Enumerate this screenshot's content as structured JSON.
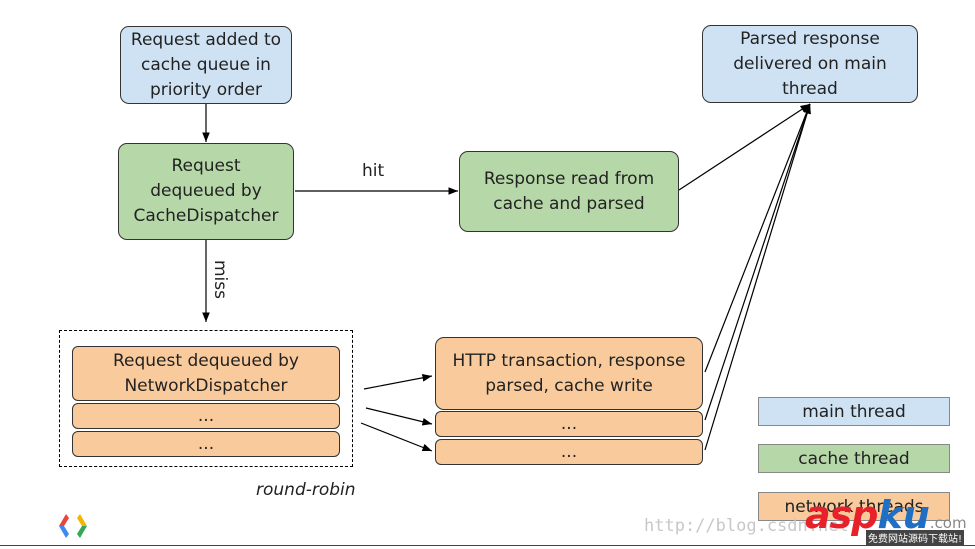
{
  "nodes": {
    "request_added": "Request added to\ncache queue in\npriority order",
    "cache_dequeue": "Request\ndequeued by\nCacheDispatcher",
    "response_read": "Response read from\ncache and parsed",
    "parsed_delivered": "Parsed response\ndelivered on main\nthread",
    "network_dequeue": "Request dequeued by\nNetworkDispatcher",
    "network_dots_1": "...",
    "network_dots_2": "...",
    "http_transaction": "HTTP transaction, response\nparsed, cache write",
    "http_dots_1": "...",
    "http_dots_2": "..."
  },
  "edge_labels": {
    "hit": "hit",
    "miss": "miss",
    "round_robin": "round-robin"
  },
  "legend": [
    {
      "label": "main thread",
      "color": "#cfe2f3"
    },
    {
      "label": "cache thread",
      "color": "#b6d7a8"
    },
    {
      "label": "network threads",
      "color": "#f9cb9c"
    }
  ],
  "watermark": {
    "url": "http://blog.csdn.net",
    "brand_left": "asp",
    "brand_right": "ku",
    "brand_suffix": ".com",
    "brand_sub": "免费网站源码下载站!"
  },
  "colors": {
    "main": "#cfe2f3",
    "cache": "#b6d7a8",
    "network": "#f9cb9c",
    "brand_red": "#e8202a",
    "brand_blue": "#1f6fc5"
  }
}
